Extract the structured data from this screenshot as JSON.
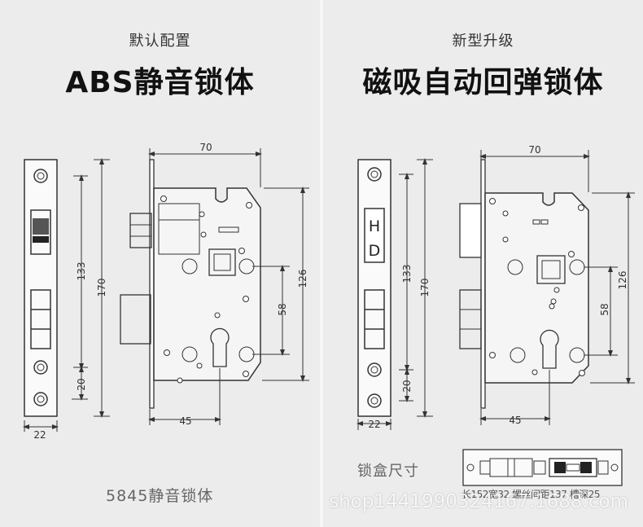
{
  "left": {
    "subtitle": "默认配置",
    "title": "ABS静音锁体",
    "caption": "5845静音锁体",
    "dims": {
      "w70": "70",
      "h133": "133",
      "h170": "170",
      "h126": "126",
      "h58": "58",
      "w45": "45",
      "w22": "22",
      "h20": "20"
    }
  },
  "right": {
    "subtitle": "新型升级",
    "title": "磁吸自动回弹锁体",
    "box_label": "锁盒尺寸",
    "box_spec": "长152宽32 螺丝间距137 槽深25",
    "hd_letters": [
      "H",
      "D"
    ],
    "dims": {
      "w70": "70",
      "h133": "133",
      "h170": "170",
      "h126": "126",
      "h58": "58",
      "w45": "45",
      "w22": "22",
      "h20": "20"
    }
  },
  "watermark": "shop1441990324167.1688.com"
}
